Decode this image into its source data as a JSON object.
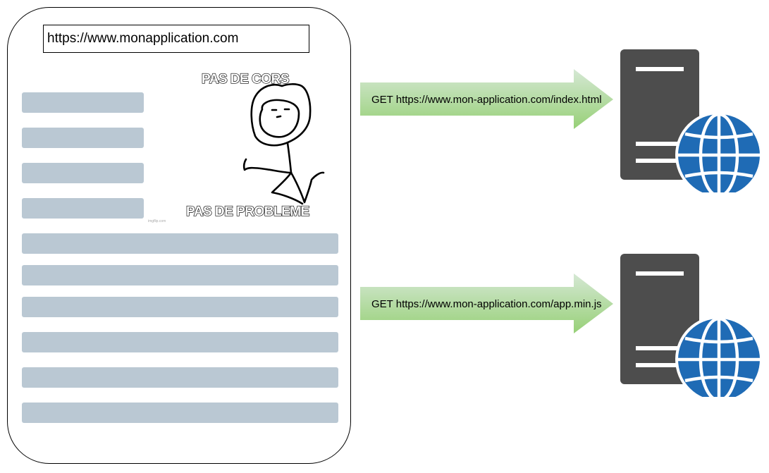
{
  "browser": {
    "url": "https://www.monapplication.com"
  },
  "meme": {
    "top_text": "PAS DE CORS",
    "bottom_text": "PAS DE PROBLEME",
    "watermark": "imgflip.com"
  },
  "requests": [
    {
      "label": "GET https://www.mon-application.com/index.html"
    },
    {
      "label": "GET https://www.mon-application.com/app.min.js"
    }
  ],
  "colors": {
    "bar": "#bac8d3",
    "arrow_start": "#d5e8d4",
    "arrow_end": "#97d077",
    "server": "#4d4d4d",
    "globe": "#1f6bb5"
  },
  "icons": {
    "server": "web-server-icon",
    "globe": "globe-icon"
  }
}
